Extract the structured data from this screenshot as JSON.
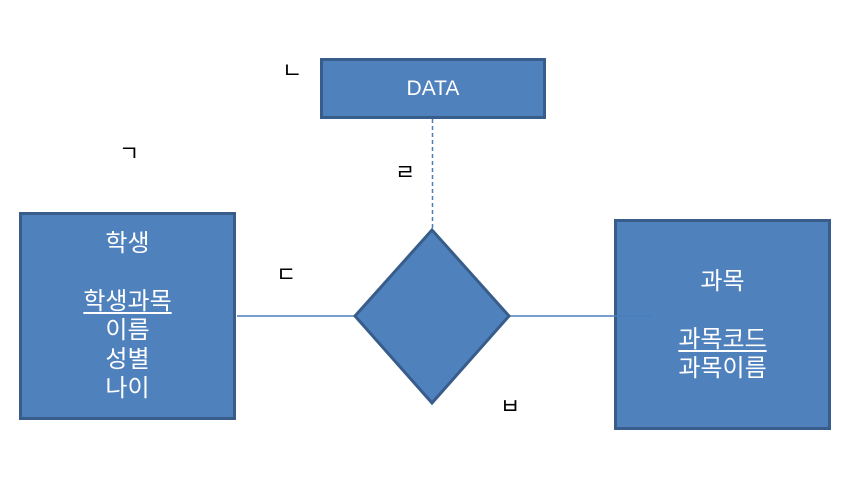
{
  "colors": {
    "background": "#ffffff",
    "shape_fill": "#4f81bd",
    "shape_border": "#385d8a",
    "connector_line": "#4a7ebb",
    "shape_text": "#ffffff",
    "annotation_text": "#000000"
  },
  "diagram": {
    "type": "entity-relationship",
    "data_entity": {
      "label": "DATA"
    },
    "student_entity": {
      "title": "학생",
      "attributes": [
        {
          "text": "학생과목",
          "underlined": true
        },
        {
          "text": "이름",
          "underlined": false
        },
        {
          "text": "성별",
          "underlined": false
        },
        {
          "text": "나이",
          "underlined": false
        }
      ]
    },
    "subject_entity": {
      "title": "과목",
      "attributes": [
        {
          "text": "과목코드",
          "underlined": true
        },
        {
          "text": "과목이름",
          "underlined": false
        }
      ]
    },
    "relationship": {
      "shape": "diamond",
      "label": ""
    },
    "annotations": [
      {
        "id": "giyeok",
        "text": "ㄱ"
      },
      {
        "id": "nieun",
        "text": "ㄴ"
      },
      {
        "id": "digeut",
        "text": "ㄷ"
      },
      {
        "id": "rieul",
        "text": "ㄹ"
      },
      {
        "id": "bieup",
        "text": "ㅂ"
      }
    ],
    "connections": [
      {
        "from": "student_entity",
        "to": "relationship",
        "style": "solid"
      },
      {
        "from": "relationship",
        "to": "subject_entity",
        "style": "solid"
      },
      {
        "from": "data_entity",
        "to": "relationship",
        "style": "dashed"
      }
    ]
  }
}
